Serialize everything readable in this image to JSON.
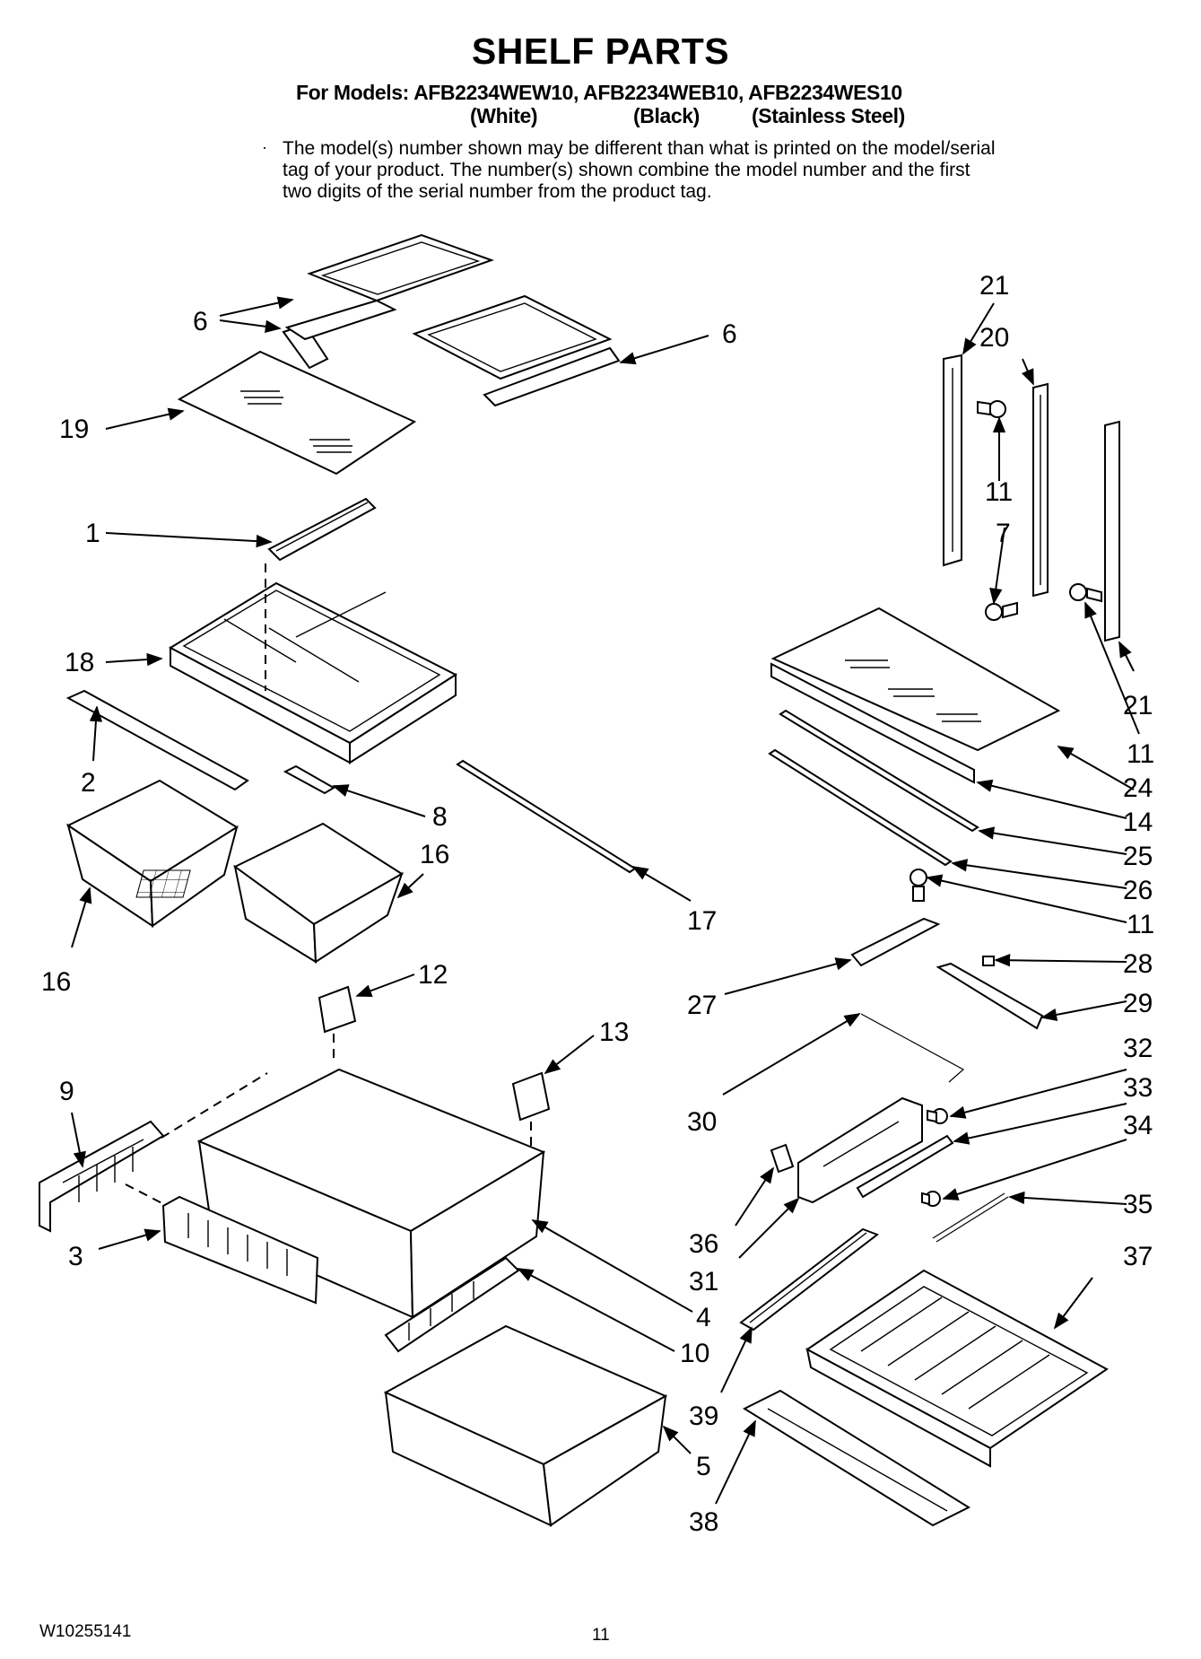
{
  "header": {
    "title": "SHELF PARTS",
    "models_line": "For Models: AFB2234WEW10, AFB2234WEB10, AFB2234WES10",
    "variants": [
      "(White)",
      "(Black)",
      "(Stainless Steel)"
    ],
    "note": "The model(s) number shown may be different than what is printed on the model/serial tag of your product. The number(s) shown combine the model number and the first two digits of the serial number from the product tag."
  },
  "callouts": [
    "6",
    "6",
    "19",
    "1",
    "18",
    "2",
    "8",
    "16",
    "16",
    "17",
    "12",
    "13",
    "9",
    "3",
    "4",
    "10",
    "5",
    "21",
    "20",
    "11",
    "7",
    "21",
    "11",
    "24",
    "14",
    "25",
    "26",
    "11",
    "28",
    "27",
    "29",
    "32",
    "30",
    "33",
    "34",
    "35",
    "36",
    "31",
    "37",
    "39",
    "38"
  ],
  "footer": {
    "doc_number": "W10255141",
    "page_number": "11"
  }
}
